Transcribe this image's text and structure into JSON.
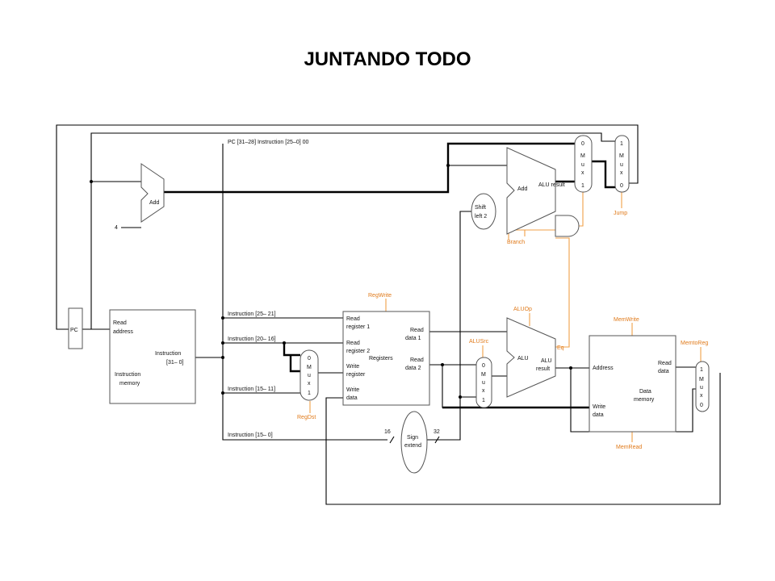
{
  "slide": {
    "title": "JUNTANDO TODO"
  },
  "pc": {
    "label": "PC"
  },
  "adder_pc": {
    "label": "Add",
    "const": "4"
  },
  "adder_branch": {
    "label": "Add",
    "result": "ALU result"
  },
  "shift_left": {
    "line1": "Shift",
    "line2": "left 2"
  },
  "jump_field": {
    "text": "PC [31–28] Instruction [25–0]  00"
  },
  "instr_mem": {
    "read1": "Read",
    "read2": "address",
    "out1": "Instruction",
    "out2": "[31– 0]",
    "name1": "Instruction",
    "name2": "memory"
  },
  "fields": {
    "f1": "Instruction [25– 21]",
    "f2": "Instruction [20– 16]",
    "f3": "Instruction [15– 11]",
    "f4": "Instruction [15– 0]"
  },
  "registers": {
    "rr1a": "Read",
    "rr1b": "register 1",
    "rr2a": "Read",
    "rr2b": "register 2",
    "wra": "Write",
    "wrb": "register",
    "wda": "Write",
    "wdb": "data",
    "name": "Registers",
    "rd1a": "Read",
    "rd1b": "data 1",
    "rd2a": "Read",
    "rd2b": "data 2"
  },
  "alu": {
    "label": "ALU",
    "result1": "ALU",
    "result2": "result"
  },
  "data_mem": {
    "address": "Address",
    "rda": "Read",
    "rdb": "data",
    "wda": "Write",
    "wdb": "data",
    "name1": "Data",
    "name2": "memory"
  },
  "sign_extend": {
    "line1": "Sign",
    "line2": "extend",
    "in_bits": "16",
    "out_bits": "32"
  },
  "mux_letters": [
    "M",
    "u",
    "x"
  ],
  "mux_regdst": {
    "top": "0",
    "bottom": "1"
  },
  "mux_alusrc": {
    "top": "0",
    "bottom": "1"
  },
  "mux_branch": {
    "top": "0",
    "bottom": "1"
  },
  "mux_jump": {
    "top": "1",
    "bottom": "0"
  },
  "mux_memtoreg": {
    "top": "1",
    "bottom": "0"
  },
  "control": {
    "regwrite": "RegWrite",
    "regdst": "RegDst",
    "alusrc": "ALUSrc",
    "aluop": "ALUOp",
    "eq": "Eq",
    "branch": "Branch",
    "jump": "Jump",
    "memwrite": "MemWrite",
    "memread": "MemRead",
    "memtoreg": "MemtoReg"
  },
  "colors": {
    "wire": "#000000",
    "control": "#f0a048",
    "control_text": "#e07a1a"
  }
}
